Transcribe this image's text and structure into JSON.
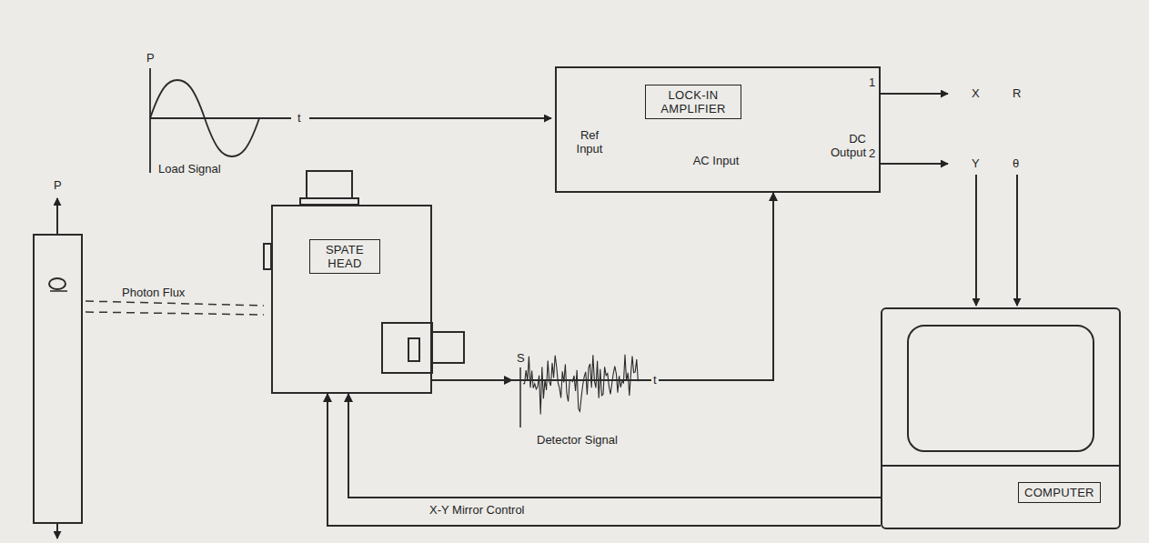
{
  "diagram": {
    "nodes": [
      {
        "text": [
          "LOCK-IN AMPLIFIER",
          "Ref Input",
          "AC Input",
          "DC Output",
          "1",
          "2"
        ]
      },
      {
        "text": [
          "SPATE HEAD"
        ]
      },
      {
        "text": [
          "COMPUTER"
        ]
      }
    ],
    "edges": [
      {
        "from": 1,
        "to": 0,
        "arrow": "to"
      },
      {
        "from": 2,
        "to": 1,
        "arrow": "to",
        "label": "X-Y Mirror Control"
      },
      {
        "from": 2,
        "to": 1,
        "arrow": "to"
      }
    ],
    "labels": [
      "P",
      "t",
      "Load Signal",
      "P",
      "Photon Flux",
      "S",
      "t",
      "Detector Signal",
      "X",
      "R",
      "Y",
      "θ"
    ]
  }
}
